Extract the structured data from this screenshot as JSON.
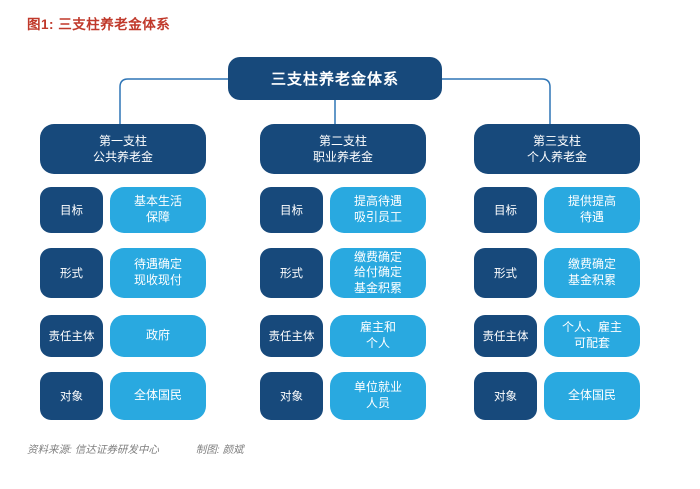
{
  "title": "图1: 三支柱养老金体系",
  "root_label": "三支柱养老金体系",
  "colors": {
    "title_red": "#c0392b",
    "dark_navy": "#17497b",
    "light_blue": "#29a9e0",
    "connector_blue": "#2e75b6",
    "footer_gray": "#7f7f7f"
  },
  "pillars": [
    {
      "header": "第一支柱\n公共养老金",
      "rows": [
        {
          "label": "目标",
          "value": "基本生活\n保障"
        },
        {
          "label": "形式",
          "value": "待遇确定\n现收现付"
        },
        {
          "label": "责任主体",
          "value": "政府"
        },
        {
          "label": "对象",
          "value": "全体国民"
        }
      ]
    },
    {
      "header": "第二支柱\n职业养老金",
      "rows": [
        {
          "label": "目标",
          "value": "提高待遇\n吸引员工"
        },
        {
          "label": "形式",
          "value": "缴费确定\n给付确定\n基金积累"
        },
        {
          "label": "责任主体",
          "value": "雇主和\n个人"
        },
        {
          "label": "对象",
          "value": "单位就业\n人员"
        }
      ]
    },
    {
      "header": "第三支柱\n个人养老金",
      "rows": [
        {
          "label": "目标",
          "value": "提供提高\n待遇"
        },
        {
          "label": "形式",
          "value": "缴费确定\n基金积累"
        },
        {
          "label": "责任主体",
          "value": "个人、雇主\n可配套"
        },
        {
          "label": "对象",
          "value": "全体国民"
        }
      ]
    }
  ],
  "footer": {
    "source": "资料来源: 信达证券研发中心",
    "credit": "制图: 颜斌"
  }
}
